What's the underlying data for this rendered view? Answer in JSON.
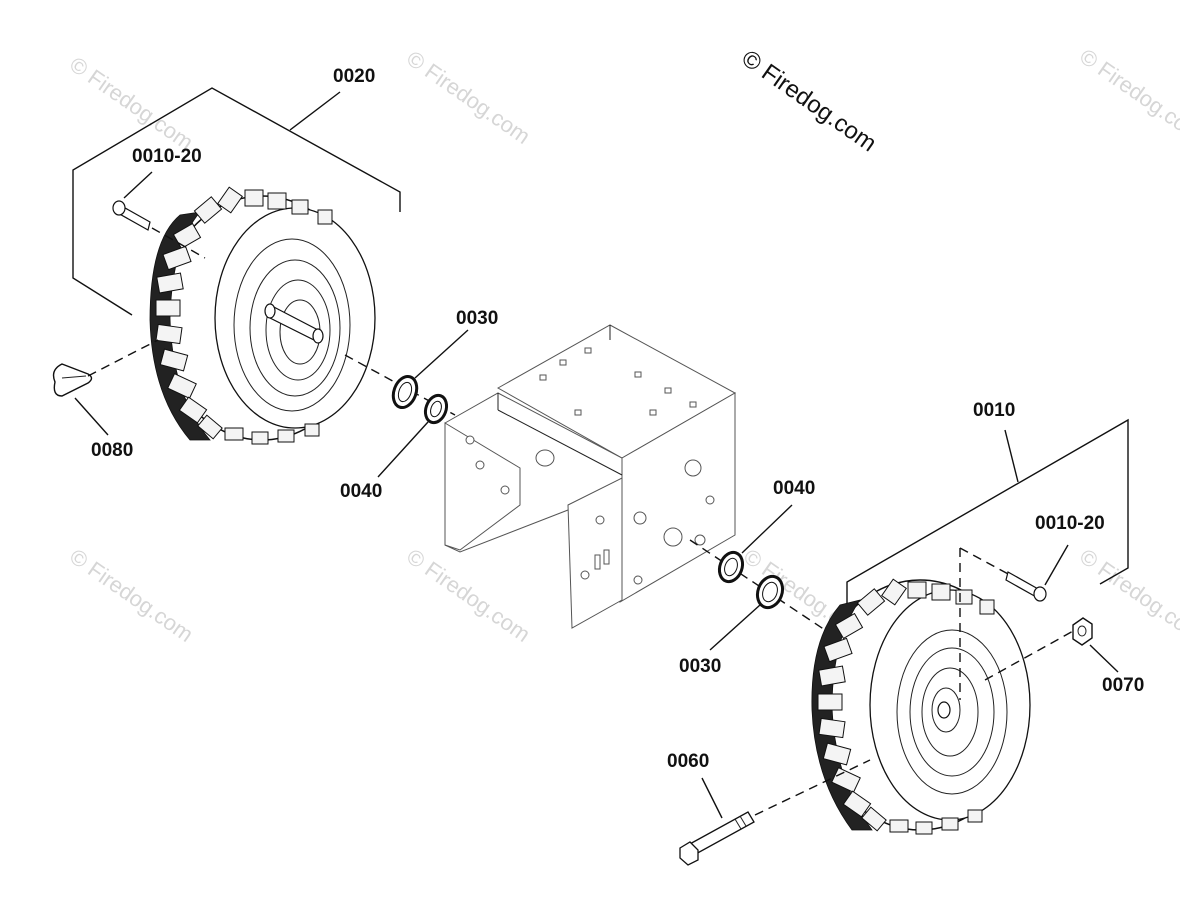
{
  "diagram": {
    "callouts": {
      "c0020": "0020",
      "c0010_20_left": "0010-20",
      "c0030_left": "0030",
      "c0040_left": "0040",
      "c0080": "0080",
      "c0010": "0010",
      "c0040_right": "0040",
      "c0010_20_right": "0010-20",
      "c0030_right": "0030",
      "c0070": "0070",
      "c0060": "0060"
    },
    "watermark": {
      "main": "© Firedog.com",
      "repeat": "© Firedog.com"
    }
  }
}
